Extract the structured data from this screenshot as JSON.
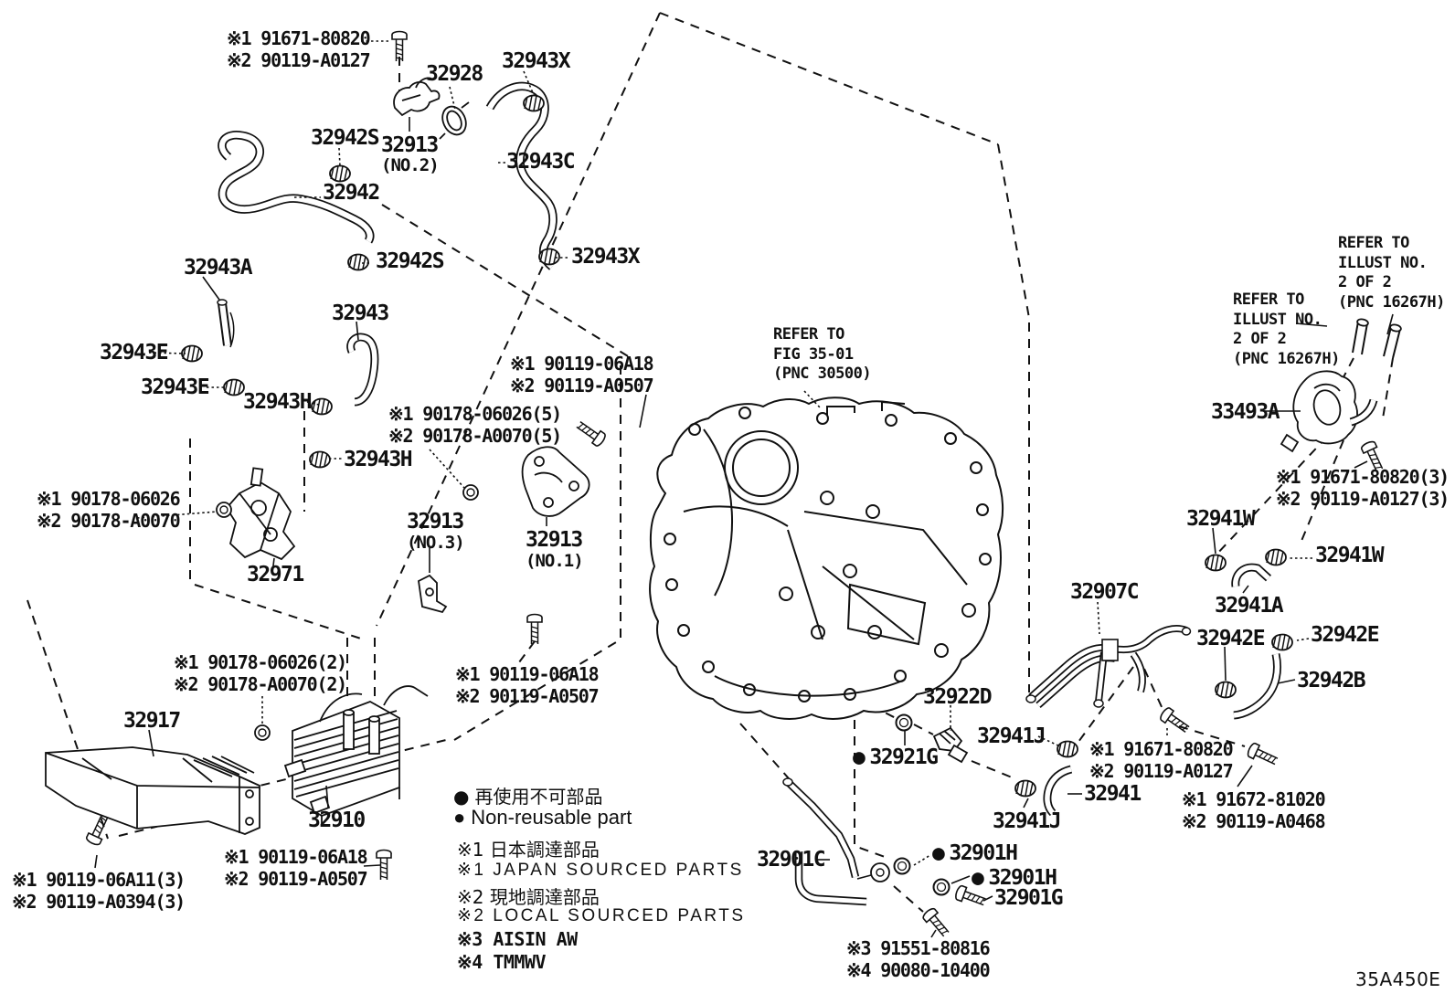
{
  "figure": {
    "code": "35A450E"
  },
  "part_labels": {
    "p32928": "32928",
    "p32943x_1": "32943X",
    "p32943x_2": "32943X",
    "p32942s_1": "32942S",
    "p32942s_2": "32942S",
    "p32913_no2": "32913",
    "p32913_no2_sub": "(NO.2)",
    "p32942": "32942",
    "p32943c": "32943C",
    "p32943a": "32943A",
    "p32943": "32943",
    "p32943e_1": "32943E",
    "p32943e_2": "32943E",
    "p32943h_1": "32943H",
    "p32943h_2": "32943H",
    "p32913_no3": "32913",
    "p32913_no3_sub": "(NO.3)",
    "p32913_no1": "32913",
    "p32913_no1_sub": "(NO.1)",
    "p32971": "32971",
    "p33493a": "33493A",
    "p32941w_1": "32941W",
    "p32941w_2": "32941W",
    "p32941a": "32941A",
    "p32907c": "32907C",
    "p32942e_1": "32942E",
    "p32942e_2": "32942E",
    "p32942b": "32942B",
    "p32917": "32917",
    "p32910": "32910",
    "p32922d": "32922D",
    "p32921g": "32921G",
    "p32941j_1": "32941J",
    "p32941j_2": "32941J",
    "p32941": "32941",
    "p32901c": "32901C",
    "p32901h_1": "32901H",
    "p32901h_2": "32901H",
    "p32901g": "32901G"
  },
  "fastener_notes": {
    "n1": [
      "※1 91671-80820",
      "※2 90119-A0127"
    ],
    "n2": [
      "※1 90119-06A18",
      "※2 90119-A0507"
    ],
    "n3": [
      "※1 90178-06026(5)",
      "※2 90178-A0070(5)"
    ],
    "n4": [
      "※1 90178-06026",
      "※2 90178-A0070"
    ],
    "n5": [
      "※1 91671-80820(3)",
      "※2 90119-A0127(3)"
    ],
    "n6": [
      "※1 90178-06026(2)",
      "※2 90178-A0070(2)"
    ],
    "n7": [
      "※1 90119-06A18",
      "※2 90119-A0507"
    ],
    "n8": [
      "※1 90119-06A11(3)",
      "※2 90119-A0394(3)"
    ],
    "n9": [
      "※1 91671-80820",
      "※2 90119-A0127"
    ],
    "n10": [
      "※1 91672-81020",
      "※2 90119-A0468"
    ],
    "n11": [
      "※3 91551-80816",
      "※4 90080-10400"
    ],
    "n12": [
      "※1 90119-06A18",
      "※2 90119-A0507"
    ]
  },
  "callouts": {
    "refer_fig": [
      "REFER TO",
      "FIG 35-01",
      "(PNC 30500)"
    ],
    "refer_illust_right": [
      "REFER TO",
      "ILLUST NO.",
      "2 OF 2",
      "(PNC 16267H)"
    ],
    "refer_illust_left": [
      "REFER TO",
      "ILLUST NO.",
      "2 OF 2",
      "(PNC 16267H)"
    ]
  },
  "legend": {
    "bullet": "●",
    "nonreusable_jp": "再使用不可部品",
    "nonreusable_en": "Non-reusable part",
    "japan_jp": "※1 日本調達部品",
    "japan_en": "※1 JAPAN SOURCED PARTS",
    "local_jp": "※2 現地調達部品",
    "local_en": "※2 LOCAL SOURCED PARTS",
    "aisin": "※3 AISIN AW",
    "tmmwv": "※4 TMMWV"
  }
}
